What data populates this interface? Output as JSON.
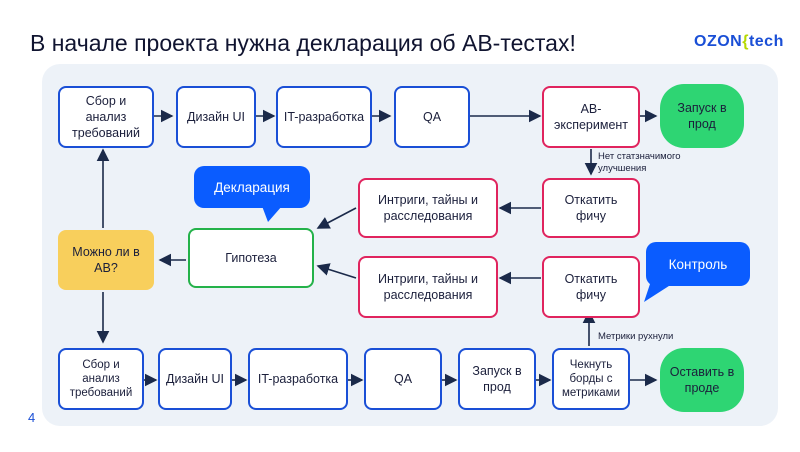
{
  "title": "В начале проекта нужна декларация об АВ-тестах!",
  "logo": {
    "ozon": "OZON",
    "tech": "tech",
    "brace": "{"
  },
  "page_number": "4",
  "nodes": {
    "sbor1": "Сбор и анализ требований",
    "design1": "Дизайн UI",
    "itdev1": "IT-разработка",
    "qa1": "QA",
    "ab_experiment": "АВ-эксперимент",
    "launch1": "Запуск в прод",
    "rollback1": "Откатить фичу",
    "intrigue1": "Интриги, тайны и расследования",
    "hypothesis": "Гипотеза",
    "can_ab": "Можно ли в АВ?",
    "intrigue2": "Интриги, тайны и расследования",
    "rollback2": "Откатить фичу",
    "sbor2": "Сбор и анализ требований",
    "design2": "Дизайн UI",
    "itdev2": "IT-разработка",
    "qa2": "QA",
    "launch2": "Запуск в прод",
    "check_boards": "Чекнуть борды с метриками",
    "keep": "Оставить в проде"
  },
  "bubbles": {
    "declaration": "Декларация",
    "control": "Контроль"
  },
  "notes": {
    "no_improvement": "Нет статзначимого улучшения",
    "metrics_crashed": "Метрики рухнули"
  },
  "colors": {
    "blue": "#1a4fd6",
    "red": "#e0245e",
    "green": "#24b24a",
    "yellow": "#f8cf5c",
    "go": "#2ed573",
    "bubble": "#0a5cff"
  }
}
